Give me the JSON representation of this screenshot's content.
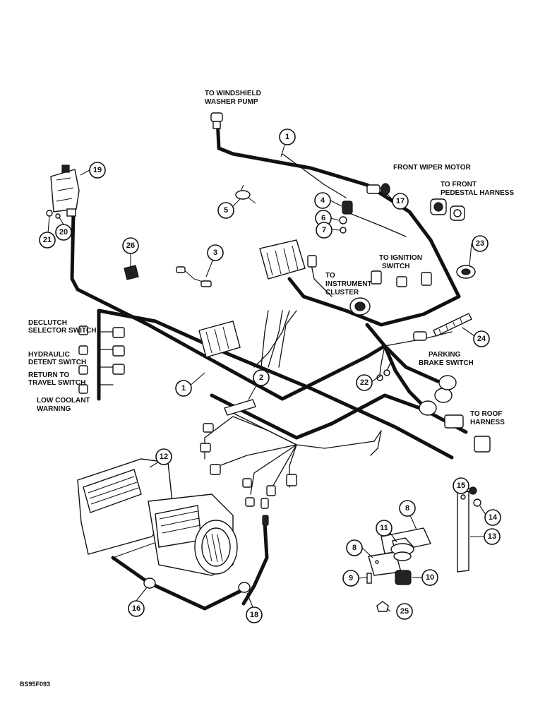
{
  "labels": {
    "washer": [
      "TO WINDSHIELD",
      "WASHER PUMP"
    ],
    "front_wiper": "FRONT WIPER MOTOR",
    "front_pedestal": [
      "TO FRONT",
      "PEDESTAL HARNESS"
    ],
    "ignition": [
      "TO IGNITION",
      "SWITCH"
    ],
    "instrument": [
      "TO",
      "INSTRUMENT",
      "CLUSTER"
    ],
    "declutch": [
      "DECLUTCH",
      "SELECTOR SWITCH"
    ],
    "hydraulic": [
      "HYDRAULIC",
      "DETENT SWITCH"
    ],
    "return_travel": [
      "RETURN TO",
      "TRAVEL SWITCH"
    ],
    "low_coolant": [
      "LOW COOLANT",
      "WARNING"
    ],
    "parking_brake": [
      "PARKING",
      "BRAKE SWITCH"
    ],
    "roof": [
      "TO ROOF",
      "HARNESS"
    ],
    "figure_code": "BS95F093"
  },
  "callouts": {
    "c1a": "1",
    "c1b": "1",
    "c2": "2",
    "c3": "3",
    "c4": "4",
    "c5": "5",
    "c6": "6",
    "c7": "7",
    "c8a": "8",
    "c8b": "8",
    "c9": "9",
    "c10": "10",
    "c11": "11",
    "c12": "12",
    "c13": "13",
    "c14": "14",
    "c15": "15",
    "c16": "16",
    "c17": "17",
    "c18": "18",
    "c19": "19",
    "c20": "20",
    "c21": "21",
    "c22": "22",
    "c23": "23",
    "c24": "24",
    "c25": "25",
    "c26": "26"
  }
}
